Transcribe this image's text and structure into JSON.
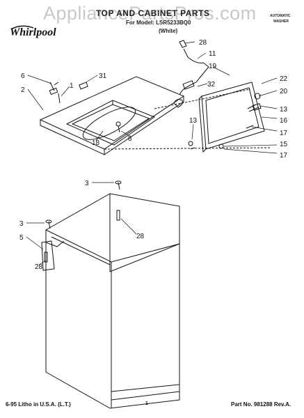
{
  "header": {
    "watermark": "AppliancePartsPros.com",
    "title": "TOP AND CABINET PARTS",
    "model_line": "For Model: LSR5233BQ0",
    "color_line": "(White)",
    "product_line1": "AUTOMATIC",
    "product_line2": "WASHER",
    "brand_logo_text": "Whirlpool"
  },
  "callouts": [
    "28",
    "11",
    "19",
    "6",
    "31",
    "32",
    "22",
    "2",
    "1",
    "20",
    "13",
    "16",
    "18",
    "8",
    "13",
    "17",
    "15",
    "17",
    "3",
    "3",
    "5",
    "28",
    "28"
  ],
  "footer": {
    "left": "6-95 Litho in U.S.A. (L.T.)",
    "page": "1",
    "right": "Part No. 981288 Rev.A."
  }
}
